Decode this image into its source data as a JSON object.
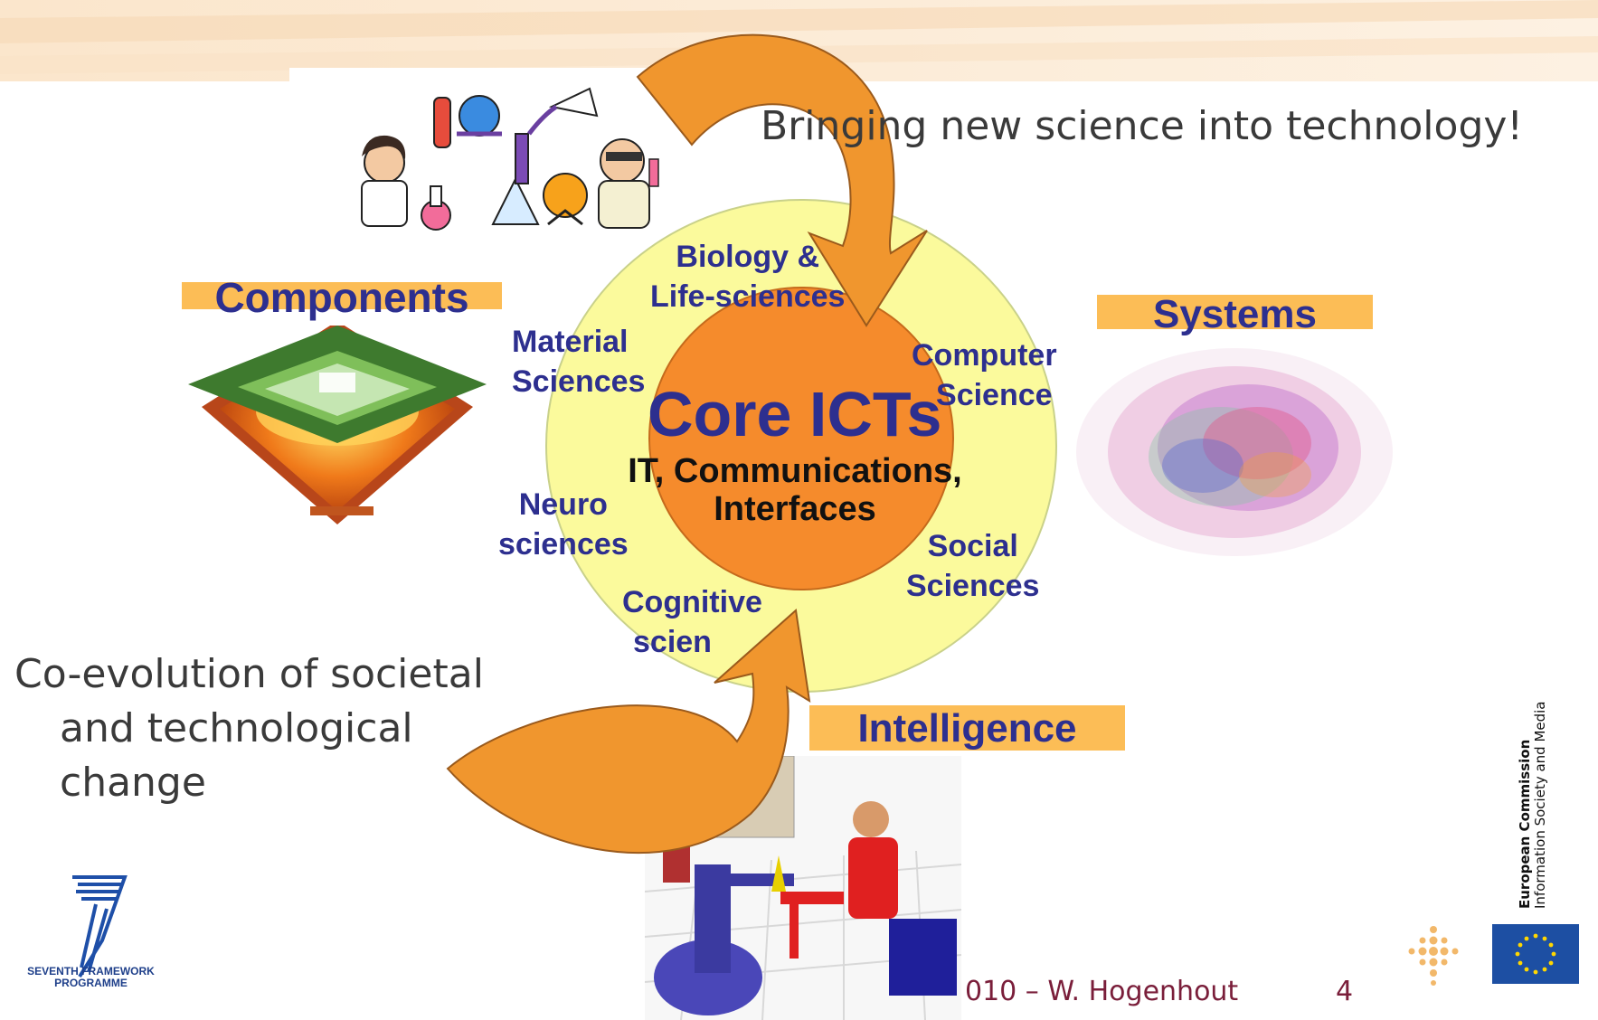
{
  "header_text": "Bringing new science into technology!",
  "side_text": {
    "line1": "Co-evolution of societal",
    "line2": "and technological",
    "line3": "change"
  },
  "core": {
    "title": "Core ICTs",
    "subtitle_line1": "IT, Communications,",
    "subtitle_line2": "Interfaces"
  },
  "sciences": {
    "biology_1": "Biology &",
    "biology_2": "Life-sciences",
    "material_1": "Material",
    "material_2": "Sciences",
    "computer_1": "Computer",
    "computer_2": "Science",
    "neuro_1": "Neuro",
    "neuro_2": "sciences",
    "social_1": "Social",
    "social_2": "Sciences",
    "cognitive_1": "Cognitive",
    "cognitive_2": "scien"
  },
  "tags": {
    "components": "Components",
    "systems": "Systems",
    "intelligence": "Intelligence"
  },
  "footer": {
    "author": "010 – W. Hogenhout",
    "page_number": "4"
  },
  "logos": {
    "fp7_line1": "SEVENTH FRAMEWORK",
    "fp7_line2": "PROGRAMME",
    "ec_line1": "European Commission",
    "ec_line2": "Information Society and Media"
  },
  "colors": {
    "inner_circle": "#f58b2c",
    "outer_circle": "#fbfa9c",
    "arrow": "#f0962e",
    "label_band": "#fcbd56",
    "label_text": "#2d2f8f",
    "footer_text": "#7a1e3a"
  }
}
